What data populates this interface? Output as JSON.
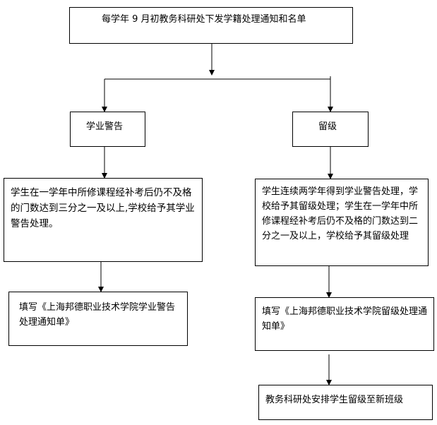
{
  "flowchart": {
    "top_box": "每学年 9 月初教务科研处下发学籍处理通知和名单",
    "left": {
      "label": "学业警告",
      "condition": "学生在一学年中所修课程经补考后仍不及格的门数达到三分之一及以上,学校给予其学业警告处理。",
      "form": "填写《上海邦德职业技术学院学业警告处理通知单》"
    },
    "right": {
      "label": "留级",
      "condition": "学生连续两学年得到学业警告处理，学校给予其留级处理；学生在一学年中所修课程经补考后仍不及格的门数达到二分之一及以上，学校给予其留级处理",
      "form": "填写《上海邦德职业技术学院留级处理通知单》",
      "final": "教务科研处安排学生留级至新班级"
    }
  }
}
